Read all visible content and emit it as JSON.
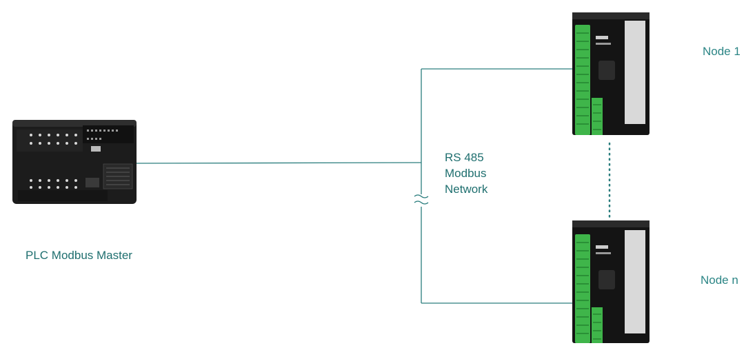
{
  "colors": {
    "wire": "#2a7d7d",
    "text": "#1f6f6f",
    "node_label": "#2b8585",
    "plc_body": "#1c1c1c",
    "terminal_green": "#3fb54a",
    "module_body": "#141414"
  },
  "plc": {
    "label": "PLC Modbus Master"
  },
  "network": {
    "lines": [
      "RS 485",
      "Modbus",
      "Network"
    ],
    "break_symbol": "≈"
  },
  "nodes": [
    {
      "label": "Node 1"
    },
    {
      "label": "Node n"
    }
  ],
  "icons": {
    "plc": "plc-device-icon",
    "module": "io-module-icon",
    "break": "line-break-icon"
  }
}
